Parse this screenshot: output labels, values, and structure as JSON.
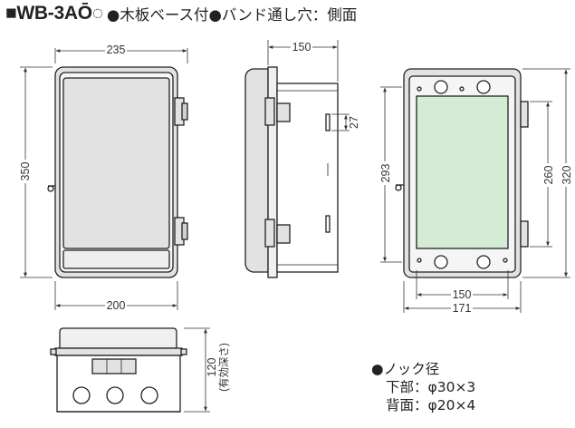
{
  "title": {
    "model": "■WB-3AŌ◌",
    "description": "●木板ベース付●バンド通し穴：側面"
  },
  "dimensions": {
    "front_width_top": "235",
    "front_height": "350",
    "front_width_bottom": "200",
    "side_depth_top": "150",
    "side_slot": "27",
    "back_height_inner": "293",
    "back_height_260": "260",
    "back_height_320": "320",
    "back_width_150": "150",
    "back_width_171": "171",
    "bottom_depth": "120",
    "bottom_depth_note": "(有効深さ)"
  },
  "knockouts": {
    "heading": "●ノック径",
    "lines": [
      "下部：φ30×3",
      "背面：φ20×4"
    ]
  },
  "colors": {
    "line": "#222222",
    "base_plate": "#d3ecd3",
    "box_fill": "#e2e2e2",
    "lid_fill": "#f7f7f7"
  }
}
